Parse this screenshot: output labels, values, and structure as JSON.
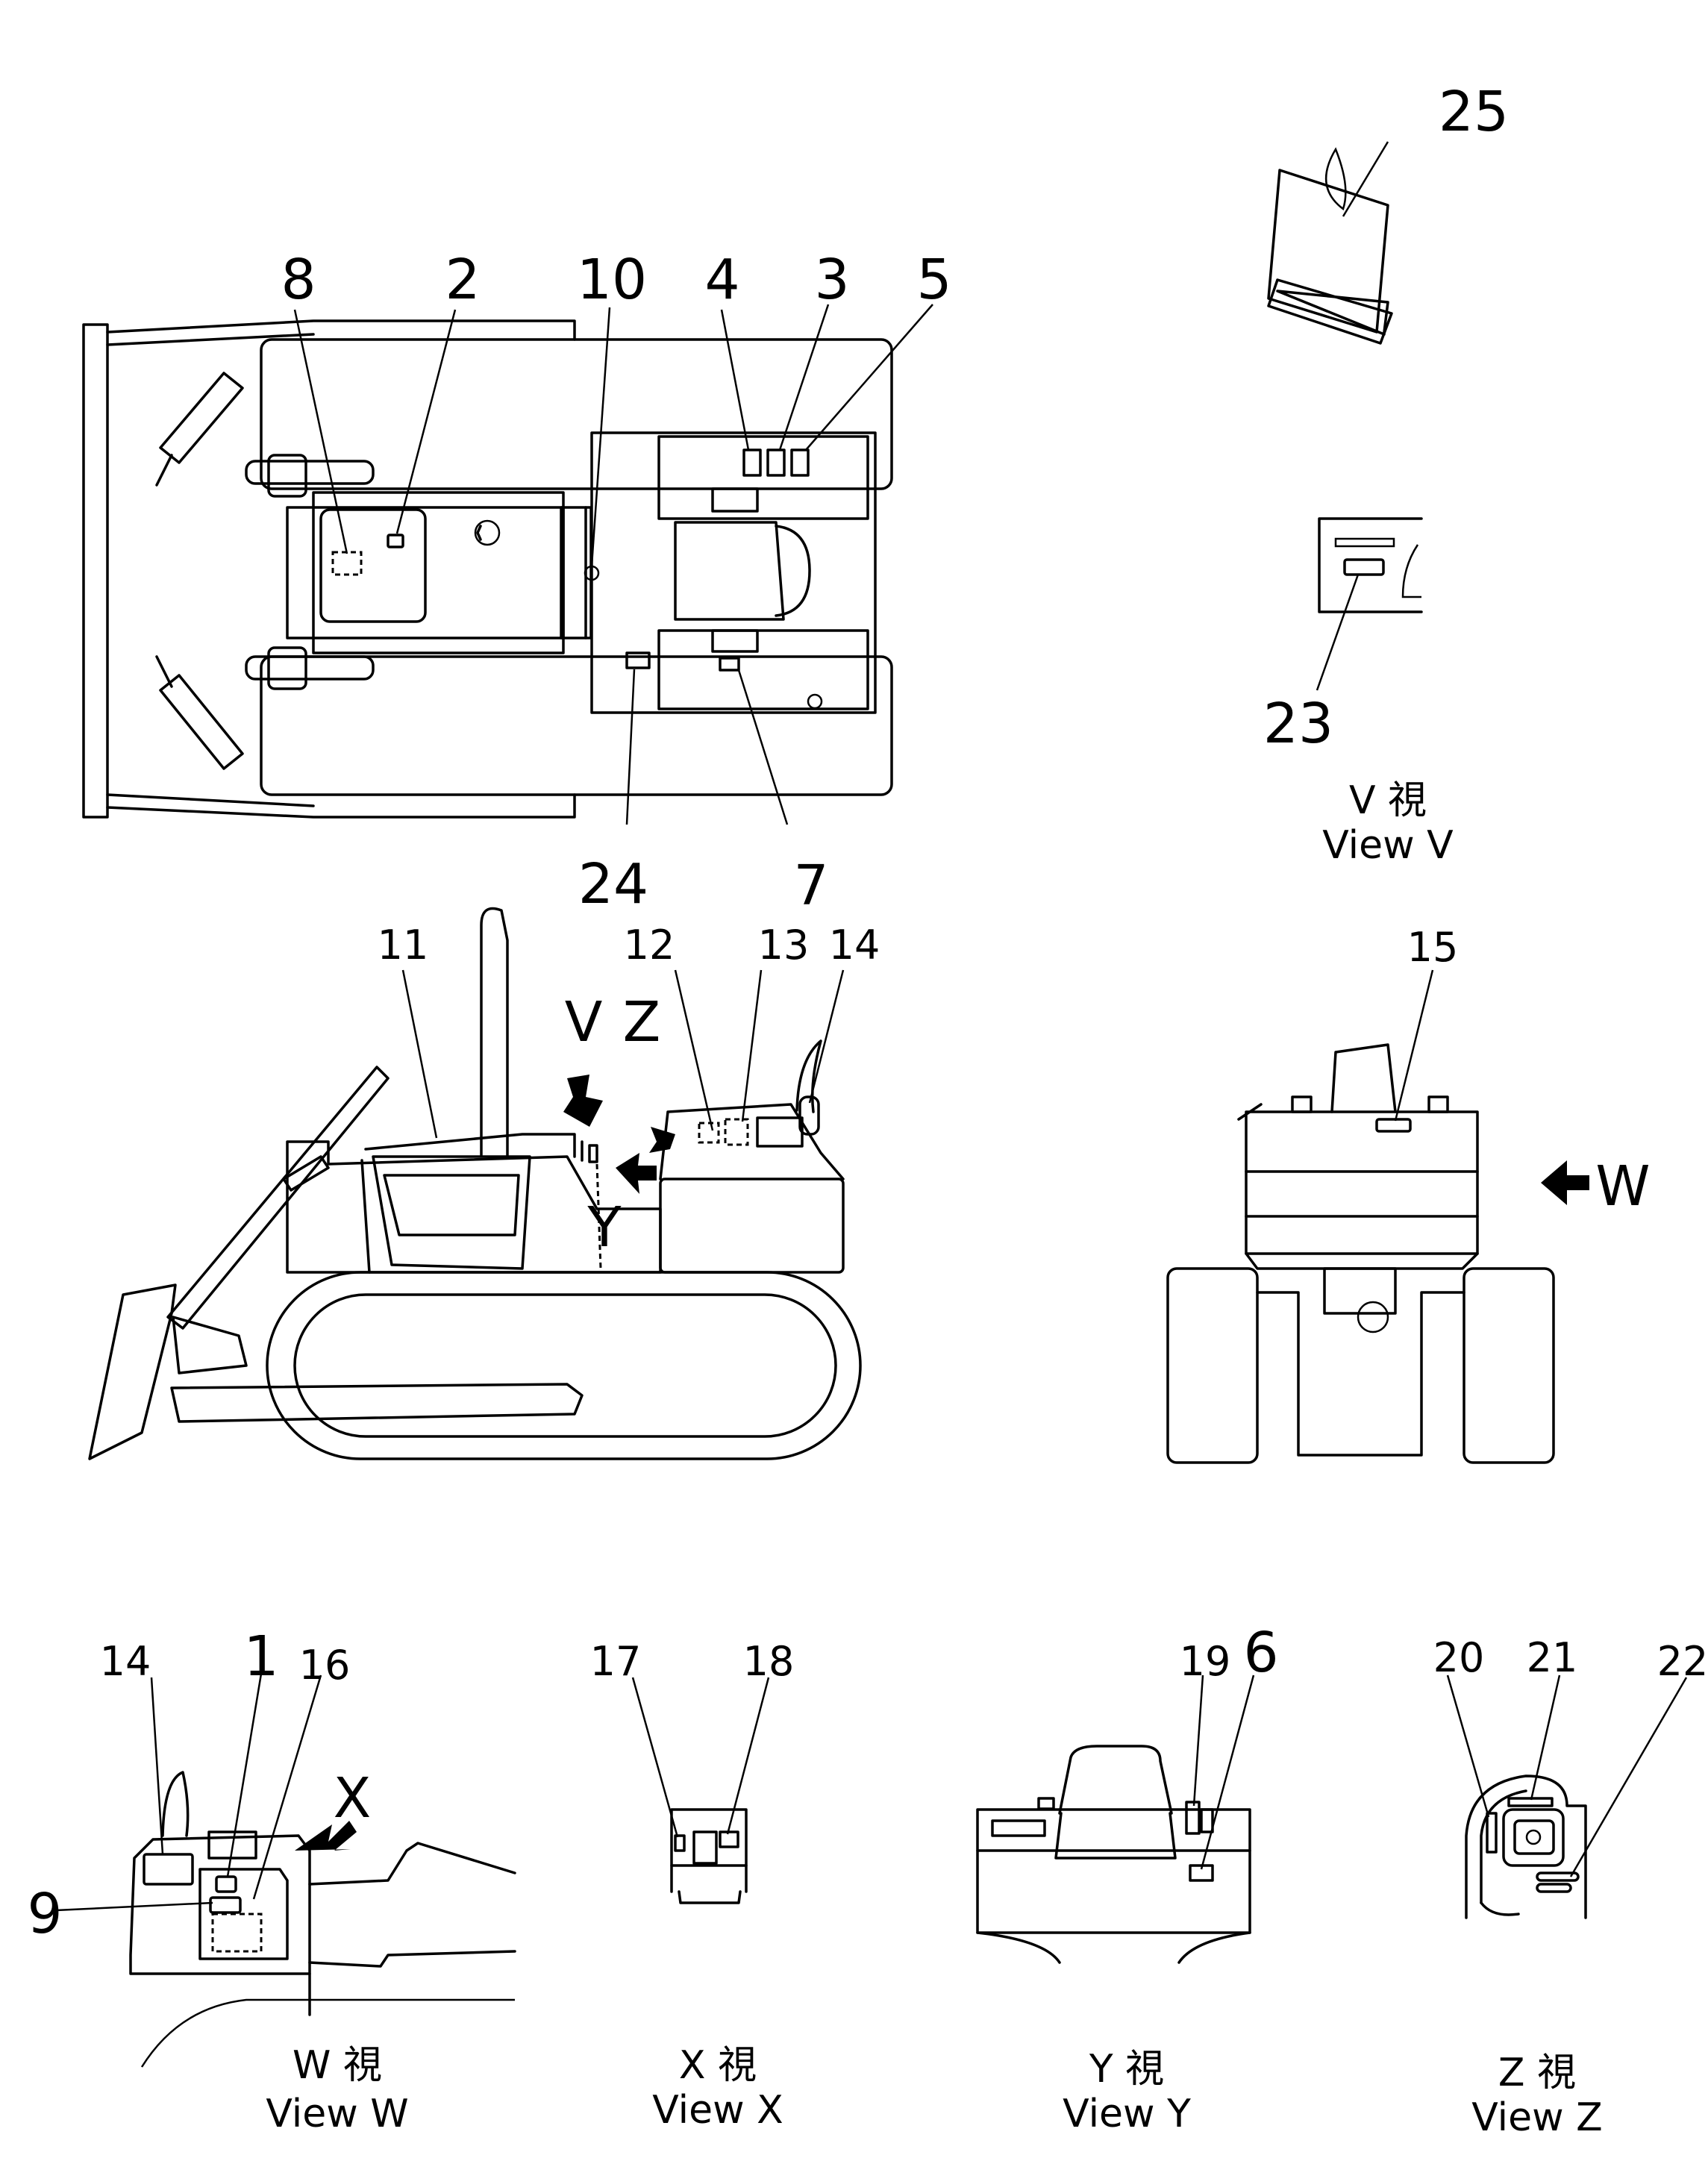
{
  "callouts": {
    "c1": "1",
    "c2": "2",
    "c3": "3",
    "c4": "4",
    "c5": "5",
    "c6": "6",
    "c7": "7",
    "c8": "8",
    "c9": "9",
    "c10": "10",
    "c11": "11",
    "c12": "12",
    "c13": "13",
    "c14a": "14",
    "c14b": "14",
    "c15": "15",
    "c16": "16",
    "c17": "17",
    "c18": "18",
    "c19": "19",
    "c20": "20",
    "c21": "21",
    "c22": "22",
    "c23": "23",
    "c24": "24",
    "c25": "25"
  },
  "view_letters": {
    "v": "V",
    "z": "Z",
    "y": "Y",
    "w": "W",
    "x": "X"
  },
  "captions": {
    "view_v": {
      "jp": "V 視",
      "en": "View V"
    },
    "view_w": {
      "jp": "W 視",
      "en": "View W"
    },
    "view_x": {
      "jp": "X 視",
      "en": "View X"
    },
    "view_y": {
      "jp": "Y 視",
      "en": "View Y"
    },
    "view_z": {
      "jp": "Z 視",
      "en": "View Z"
    }
  }
}
